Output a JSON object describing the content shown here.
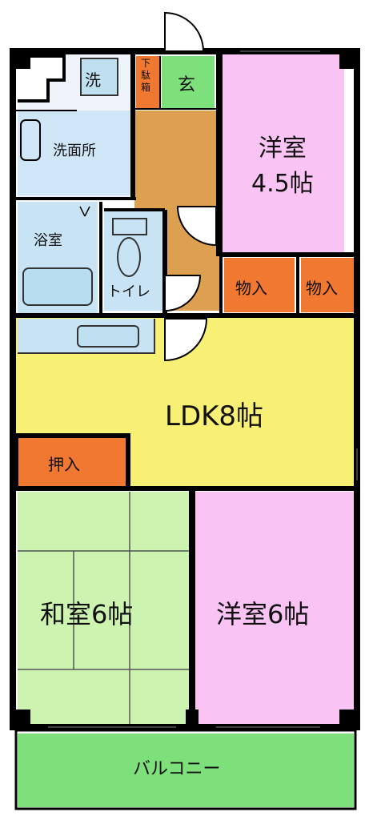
{
  "rooms": {
    "wash": "洗",
    "shoe_cabinet": "下\n駄\n箱",
    "entrance": "玄",
    "western_1": "洋室\n4.5帖",
    "washroom": "洗面所",
    "bath": "浴室",
    "toilet": "トイレ",
    "closet_1": "物入",
    "closet_2": "物入",
    "ldk": "LDK8帖",
    "oshiire": "押入",
    "japanese": "和室6帖",
    "western_2": "洋室6帖",
    "balcony": "バルコニー"
  },
  "colors": {
    "wall": "#000000",
    "pink": "#f9c4f4",
    "green_light": "#cdf3b0",
    "green_bright": "#7ee07a",
    "orange": "#f07830",
    "yellow": "#f8f074",
    "light_blue": "#c8e4f4",
    "wood": "#dca050"
  }
}
